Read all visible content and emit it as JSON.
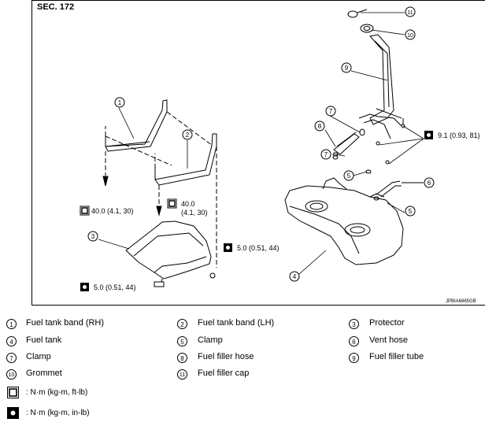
{
  "section_label": "SEC. 172",
  "image_code": "JPBIA6865GB",
  "callouts": [
    "1",
    "2",
    "3",
    "4",
    "5",
    "6",
    "7",
    "8",
    "9",
    "10",
    "11"
  ],
  "torques": {
    "t1": "40.0 (4.1, 30)",
    "t2_line1": "40.0",
    "t2_line2": "(4.1, 30)",
    "t3": "5.0 (0.51, 44)",
    "t4": "5.0 (0.51, 44)",
    "t5": "9.1 (0.93, 81)"
  },
  "legend": [
    {
      "num": "1",
      "label": "Fuel tank band (RH)"
    },
    {
      "num": "2",
      "label": "Fuel tank band (LH)"
    },
    {
      "num": "3",
      "label": "Protector"
    },
    {
      "num": "4",
      "label": "Fuel tank"
    },
    {
      "num": "5",
      "label": "Clamp"
    },
    {
      "num": "6",
      "label": "Vent hose"
    },
    {
      "num": "7",
      "label": "Clamp"
    },
    {
      "num": "8",
      "label": "Fuel filler hose"
    },
    {
      "num": "9",
      "label": "Fuel filler tube"
    },
    {
      "num": "10",
      "label": "Grommet"
    },
    {
      "num": "11",
      "label": "Fuel filler cap"
    }
  ],
  "units": {
    "ft_lb": ": N·m (kg-m, ft-lb)",
    "in_lb": ": N·m (kg-m, in-lb)"
  },
  "icons": {
    "ft_lb": "torque-wrench-outline-icon",
    "in_lb": "torque-wrench-filled-icon"
  }
}
